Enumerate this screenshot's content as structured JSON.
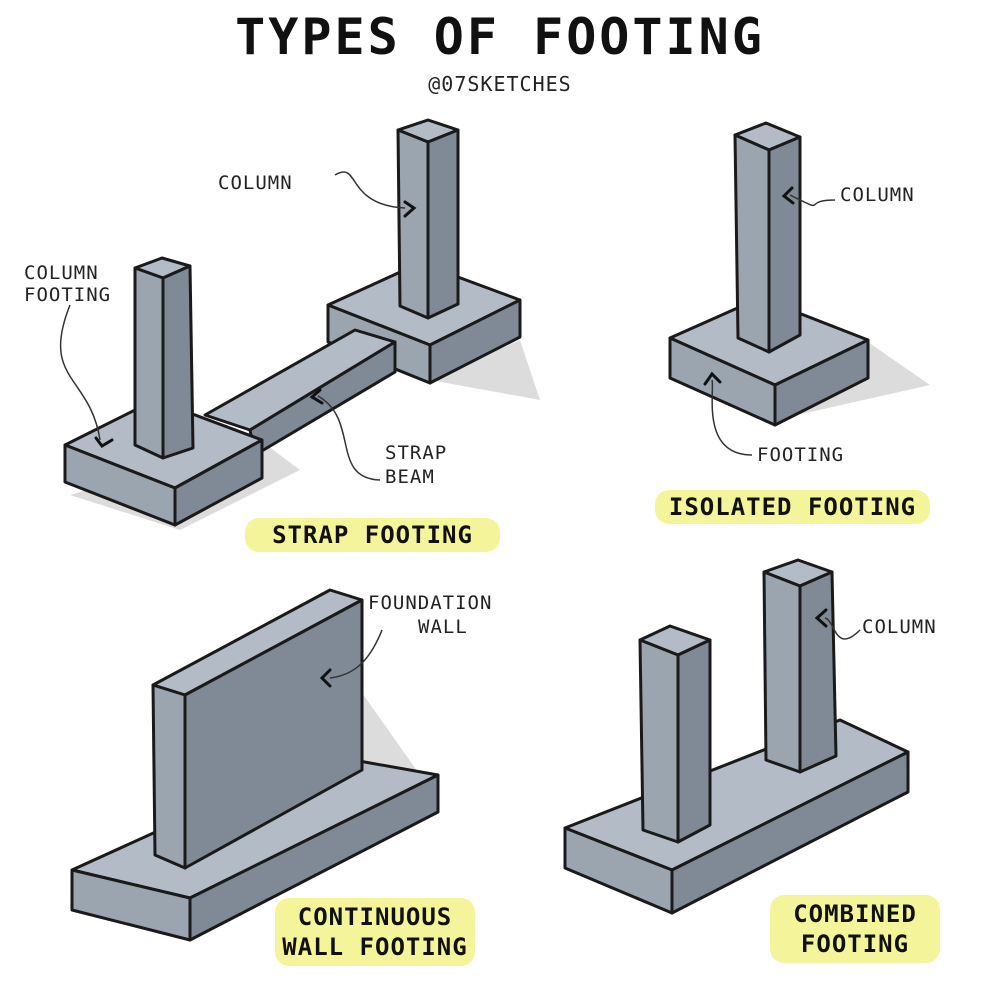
{
  "title": "TYPES OF FOOTING",
  "handle": "@07SKETCHES",
  "strap": {
    "label": "STRAP FOOTING",
    "column": "COLUMN",
    "column_footing_line1": "COLUMN",
    "column_footing_line2": "FOOTING",
    "strap_beam_line1": "STRAP",
    "strap_beam_line2": "BEAM"
  },
  "isolated": {
    "label": "ISOLATED FOOTING",
    "column": "COLUMN",
    "footing": "FOOTING"
  },
  "continuous": {
    "label_line1": "CONTINUOUS",
    "label_line2": "WALL FOOTING",
    "wall_line1": "FOUNDATION",
    "wall_line2": "WALL"
  },
  "combined": {
    "label_line1": "COMBINED",
    "label_line2": "FOOTING",
    "column": "COLUMN"
  },
  "colors": {
    "concrete_top": "#b3bcc6",
    "concrete_front": "#9ba5b0",
    "concrete_side": "#7f8a96",
    "highlight": "#f4f59a"
  }
}
